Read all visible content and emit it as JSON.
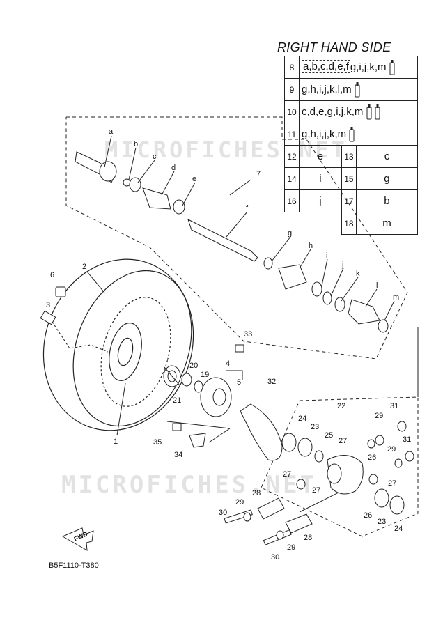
{
  "title": "RIGHT HAND SIDE",
  "reference_code": "B5F1110-T380",
  "watermark": "MICROFICHES.NET",
  "fwd_label": "FWD",
  "kit_table": [
    {
      "no": "8",
      "value": "a,b,c,d,e,f",
      "value2": "g,i,j,k,m",
      "grease": 1
    },
    {
      "no": "9",
      "value": "g,h,i,j,k,l,m",
      "value2": "",
      "grease": 1
    },
    {
      "no": "10",
      "value": "c,d,e,g,i,j,k,m",
      "value2": "",
      "grease": 2
    },
    {
      "no": "11",
      "value": "g,h,i,j,k,m",
      "value2": "",
      "grease": 1
    }
  ],
  "kit_pairs": [
    {
      "no_a": "12",
      "val_a": "e",
      "no_b": "13",
      "val_b": "c"
    },
    {
      "no_a": "14",
      "val_a": "i",
      "no_b": "15",
      "val_b": "g"
    },
    {
      "no_a": "16",
      "val_a": "j",
      "no_b": "17",
      "val_b": "b"
    },
    {
      "no_a": "",
      "val_a": "",
      "no_b": "18",
      "val_b": "m"
    }
  ],
  "callouts": {
    "a": "a",
    "b": "b",
    "c": "c",
    "d": "d",
    "e": "e",
    "f": "f",
    "g": "g",
    "h": "h",
    "i": "i",
    "j": "j",
    "k": "k",
    "l": "l",
    "m": "m",
    "n1": "1",
    "n2": "2",
    "n3": "3",
    "n4": "4",
    "n5": "5",
    "n6": "6",
    "n7": "7",
    "n19": "19",
    "n20": "20",
    "n21": "21",
    "n22": "22",
    "n23a": "23",
    "n23b": "23",
    "n24a": "24",
    "n24b": "24",
    "n25": "25",
    "n26a": "26",
    "n26b": "26",
    "n27a": "27",
    "n27b": "27",
    "n27c": "27",
    "n27d": "27",
    "n28a": "28",
    "n28b": "28",
    "n29a": "29",
    "n29b": "29",
    "n29c": "29",
    "n29d": "29",
    "n30a": "30",
    "n30b": "30",
    "n31a": "31",
    "n31b": "31",
    "n32": "32",
    "n33": "33",
    "n34": "34",
    "n35": "35"
  }
}
